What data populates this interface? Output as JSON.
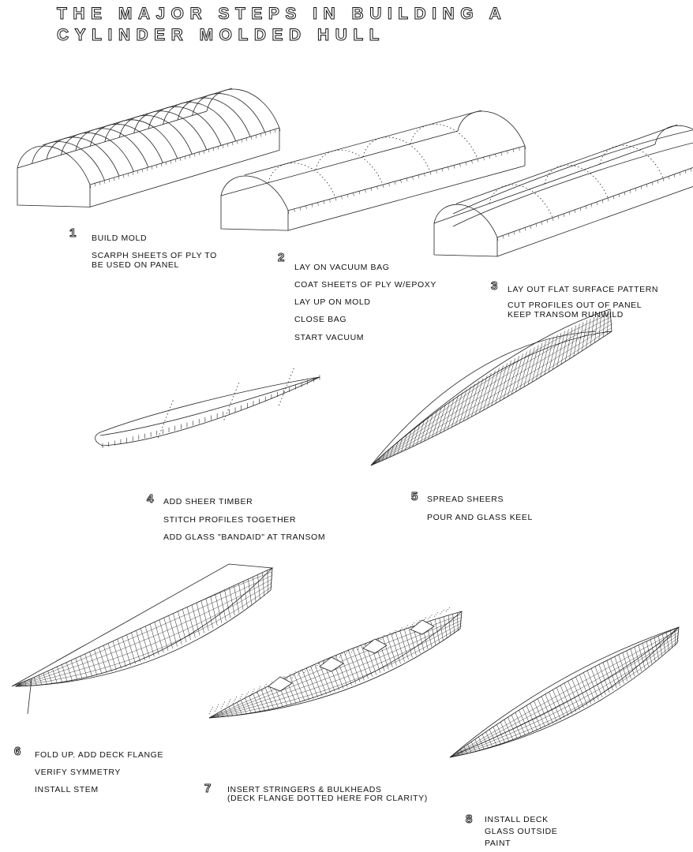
{
  "title": {
    "line1": "THE MAJOR STEPS IN BUILDING A",
    "line2": "CYLINDER MOLDED HULL"
  },
  "steps": [
    {
      "number": "1",
      "lines": [
        "BUILD MOLD",
        "SCARPH SHEETS OF PLY TO",
        "BE USED ON PANEL"
      ]
    },
    {
      "number": "2",
      "lines": [
        "LAY ON VACUUM BAG",
        "COAT SHEETS OF PLY W/EPOXY",
        "LAY UP ON MOLD",
        "CLOSE BAG",
        "START VACUUM"
      ]
    },
    {
      "number": "3",
      "lines": [
        "LAY OUT FLAT SURFACE PATTERN",
        "CUT PROFILES OUT OF PANEL",
        "KEEP TRANSOM RUNWILD"
      ]
    },
    {
      "number": "4",
      "lines": [
        "ADD SHEER TIMBER",
        "STITCH PROFILES TOGETHER",
        "ADD GLASS \"BANDAID\" AT TRANSOM"
      ]
    },
    {
      "number": "5",
      "lines": [
        "SPREAD SHEERS",
        "POUR  AND GLASS KEEL"
      ]
    },
    {
      "number": "6",
      "lines": [
        "FOLD UP. ADD DECK FLANGE",
        "VERIFY SYMMETRY",
        "INSTALL STEM"
      ]
    },
    {
      "number": "7",
      "lines": [
        "INSERT STRINGERS & BULKHEADS",
        "(DECK FLANGE DOTTED HERE FOR CLARITY)"
      ]
    },
    {
      "number": "8",
      "lines": [
        "INSTALL DECK",
        "GLASS OUTSIDE",
        "PAINT"
      ]
    }
  ]
}
